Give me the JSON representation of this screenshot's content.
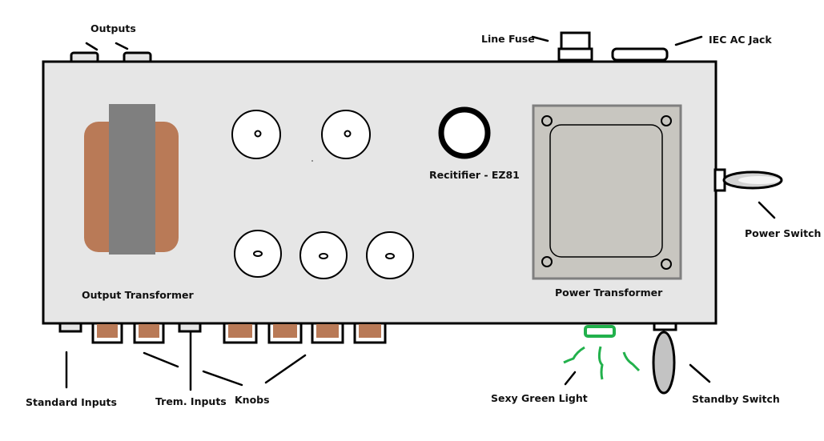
{
  "labels": {
    "outputs": "Outputs",
    "line_fuse": "Line Fuse",
    "iec_ac_jack": "IEC AC Jack",
    "rectifier": "Recitifier - EZ81",
    "output_transformer": "Output Transformer",
    "power_transformer": "Power Transformer",
    "power_switch": "Power Switch",
    "standard_inputs": "Standard Inputs",
    "trem_inputs": "Trem. Inputs",
    "knobs": "Knobs",
    "green_light": "Sexy Green Light",
    "standby_switch": "Standby Switch"
  },
  "colors": {
    "chassis": "#e6e6e6",
    "transformer_copper": "#b97a57",
    "transformer_core": "#7f7f7f",
    "power_transformer": "#c8c6c0",
    "knob_fill": "#b97a57",
    "light": "#22b14c",
    "switch": "#c3c3c3",
    "outline": "#000000"
  }
}
